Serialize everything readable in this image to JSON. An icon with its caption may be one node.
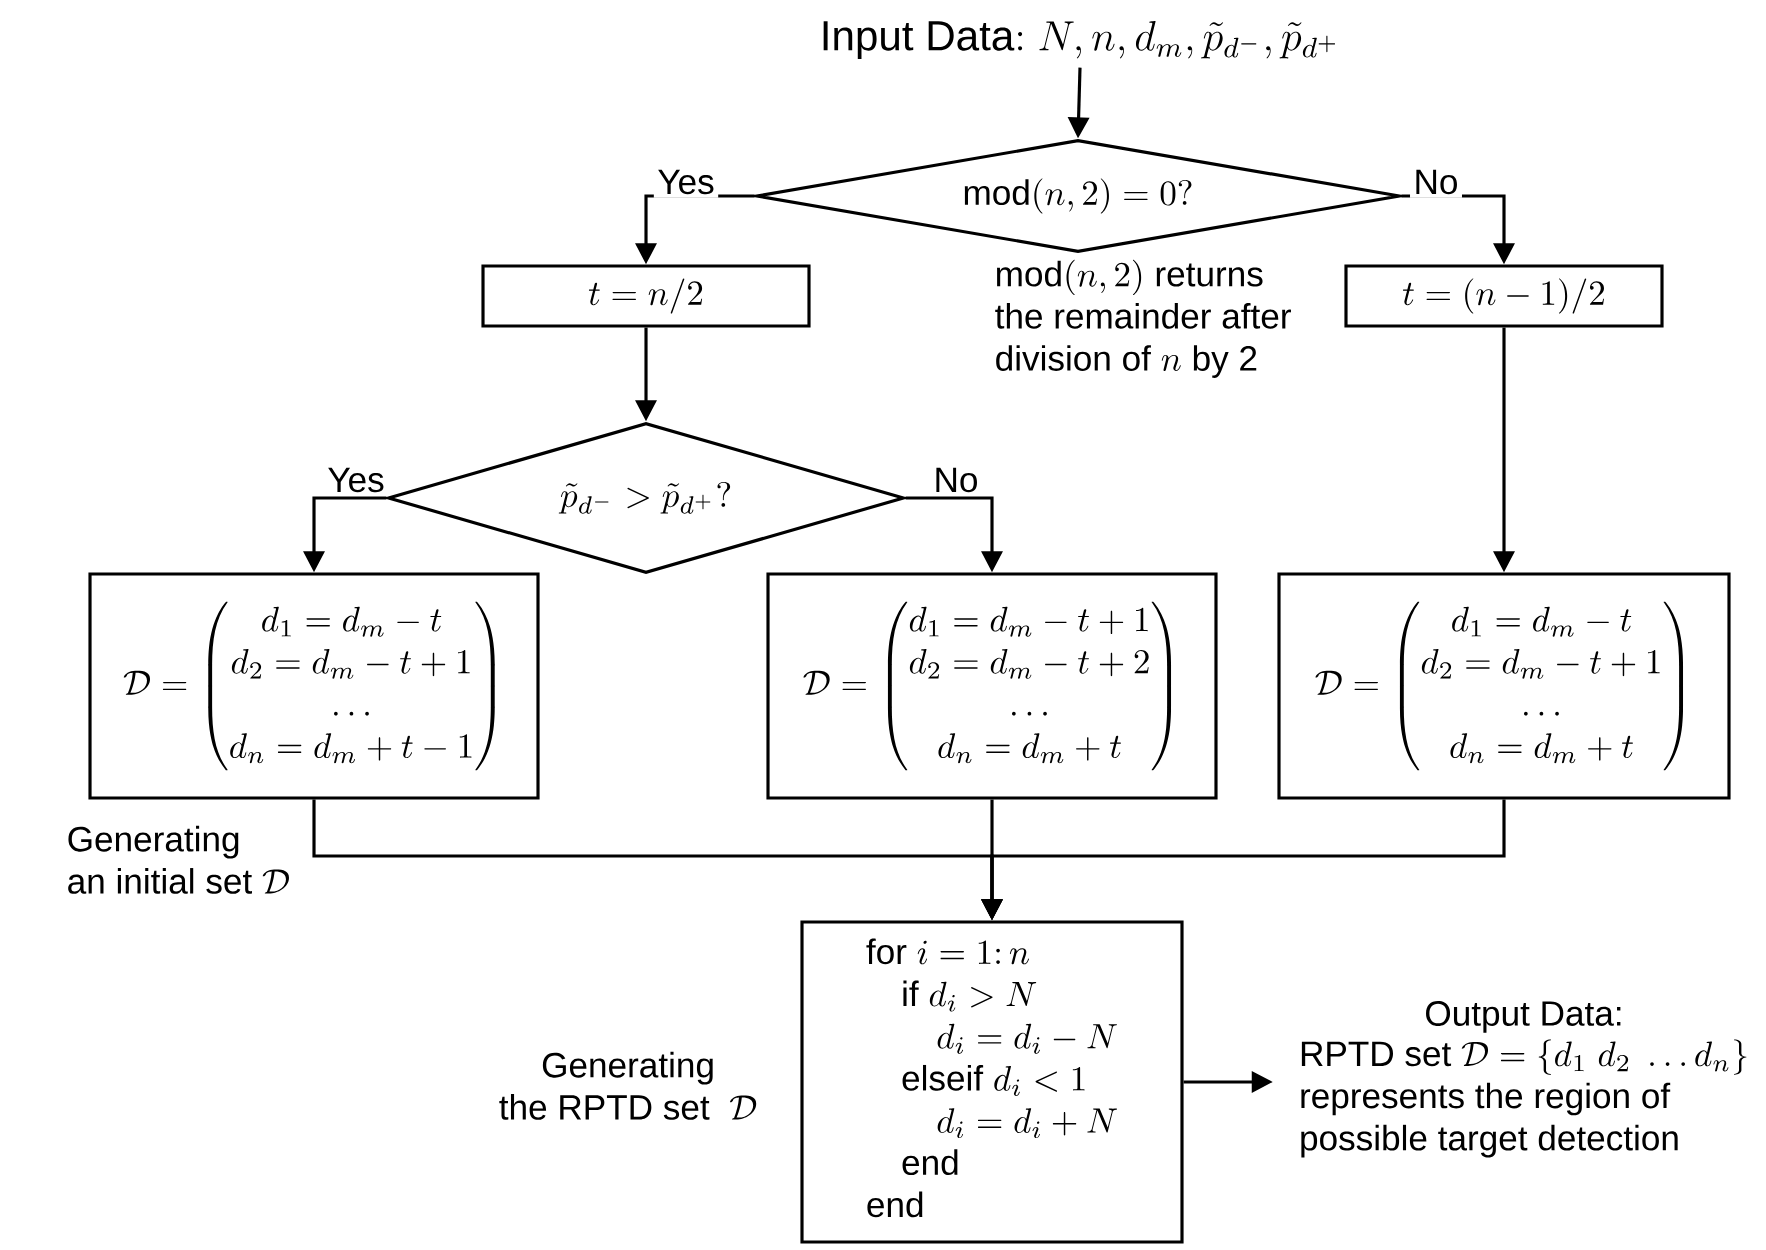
{
  "diagram": {
    "nodes": [
      {
        "text": [
          "\\mathrm{Input\\ Data{:}}\\ N, n, d_m, \\tilde{p}_{d^-}, \\tilde{p}_{d^+}"
        ]
      },
      {
        "text": [
          "\\mathrm{mod}(n,2)=0?"
        ]
      },
      {
        "text": [
          "t=n/2"
        ]
      },
      {
        "text": [
          "t=(n-1)/2"
        ]
      },
      {
        "text": [
          "\\tilde{p}_{d^-}>\\tilde{p}_{d^+}?"
        ]
      },
      {
        "text": [
          "\\mathcal{D}=\\begin{pmatrix}d_1=d_m-t\\\\d_2=d_m-t+1\\\\\\dots\\\\d_n=d_m+t-1\\end{pmatrix}"
        ]
      },
      {
        "text": [
          "\\mathcal{D}=\\begin{pmatrix}d_1=d_m-t+1\\\\d_2=d_m-t+2\\\\\\dots\\\\d_n=d_m+t\\end{pmatrix}"
        ]
      },
      {
        "text": [
          "\\mathcal{D}=\\begin{pmatrix}d_1=d_m-t\\\\d_2=d_m-t+1\\\\\\dots\\\\d_n=d_m+t\\end{pmatrix}"
        ]
      },
      {
        "text": [
          "\\begin{array}{l}\\mathrm{for}\\ i=1{:}\\,n\\\\\\quad\\mathrm{if}\\ d_i>N\\\\\\qquad d_i=d_i-N\\\\\\quad\\mathrm{elseif}\\ d_i<1\\\\\\qquad d_i=d_i+N\\\\\\quad\\mathrm{end}\\\\\\mathrm{end}\\end{array}"
        ]
      },
      {
        "text": [
          "Output Data:",
          "\\begin{array}{l}\\text{RPTD set }\\mathcal{D}=\\{d_1\\ d_2\\ \\dots d_n\\}\\\\\\text{represents the region of}\\\\\\text{possible target detection}\\end{array}"
        ]
      }
    ],
    "edges": [
      {
        "from": 0,
        "to": 1,
        "arrow": "to"
      },
      {
        "from": 1,
        "to": 2,
        "arrow": "to",
        "label": "Yes"
      },
      {
        "from": 1,
        "to": 3,
        "arrow": "to",
        "label": "No"
      },
      {
        "from": 2,
        "to": 4,
        "arrow": "to"
      },
      {
        "from": 4,
        "to": 5,
        "arrow": "to",
        "label": "Yes"
      },
      {
        "from": 4,
        "to": 6,
        "arrow": "to",
        "label": "No"
      },
      {
        "from": 3,
        "to": 7,
        "arrow": "to"
      },
      {
        "from": 5,
        "to": 8,
        "arrow": "to"
      },
      {
        "from": 6,
        "to": 8,
        "arrow": "to"
      },
      {
        "from": 7,
        "to": 8,
        "arrow": "to"
      },
      {
        "from": 8,
        "to": 9,
        "arrow": "to"
      }
    ],
    "labels": [
      "\\begin{array}{l}\\mathrm{mod}(n,2)\\text{ returns}\\\\\\text{the remainder after}\\\\\\text{division of }n\\text{ by 2}\\end{array}",
      "\\begin{array}{l}\\text{Generating}\\\\\\text{an initial set }\\mathcal{D}\\end{array}",
      "\\begin{array}{c}\\text{Generating}\\\\\\text{the RPTD set }\\ \\mathcal{D}\\end{array}"
    ]
  }
}
